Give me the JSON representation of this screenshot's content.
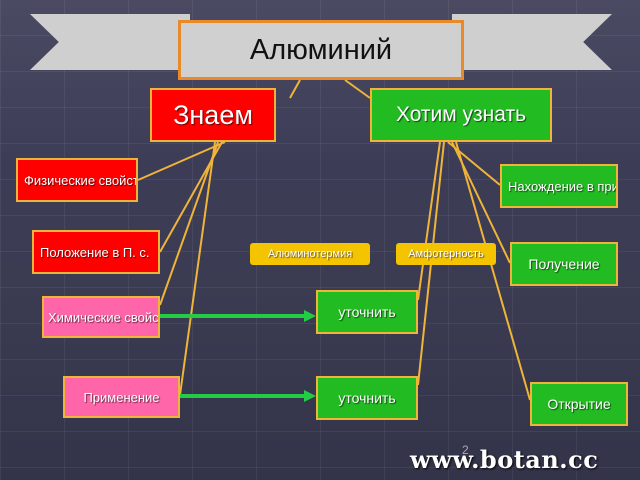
{
  "title": "Алюминий",
  "known_header": "Знаем",
  "want_header": "Хотим узнать",
  "known_items": [
    "Физические свойства",
    "Положение в П. с.",
    "Химические свойства",
    "Применение"
  ],
  "want_items": [
    "Нахождение в природе",
    "Получение",
    "Открытие"
  ],
  "clarify_boxes": [
    "уточнить",
    "уточнить"
  ],
  "callouts": [
    "Алюминотермия",
    "Амфотерность"
  ],
  "footer_url": "www.botan.cc",
  "slide_number": "2",
  "colors": {
    "red": "#ff0000",
    "green": "#22bb22",
    "pink": "#ff66aa",
    "border": "#f0b438",
    "arrow": "#22cc44",
    "title_border": "#e88a2a"
  }
}
